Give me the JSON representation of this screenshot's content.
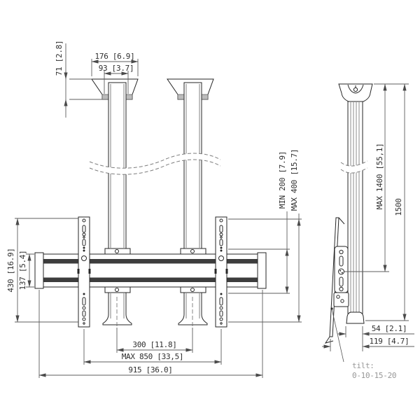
{
  "drawing_type": "ceiling-tv-mount-dimension-drawing",
  "front_view": {
    "dim_plate_height": "71 [2.8]",
    "dim_plate_width": "176 [6.9]",
    "dim_column_width": "93 [3.7]",
    "dim_bracket_height": "430 [16.9]",
    "dim_rail_height": "137 [5.4]",
    "dim_vesa_min": "MIN 200 [7.9]",
    "dim_vesa_max": "MAX 400 [15.7]",
    "dim_column_spacing": "300 [11.8]",
    "dim_max_width": "MAX 850 [33,5]",
    "dim_total_width": "915 [36.0]"
  },
  "side_view": {
    "dim_max_drop": "MAX 1400 [55,1]",
    "dim_total_height": "1500",
    "dim_pole_depth": "54 [2.1]",
    "dim_total_depth": "119 [4.7]",
    "tilt_label": "tilt:",
    "tilt_values": "0-10-15-20"
  }
}
